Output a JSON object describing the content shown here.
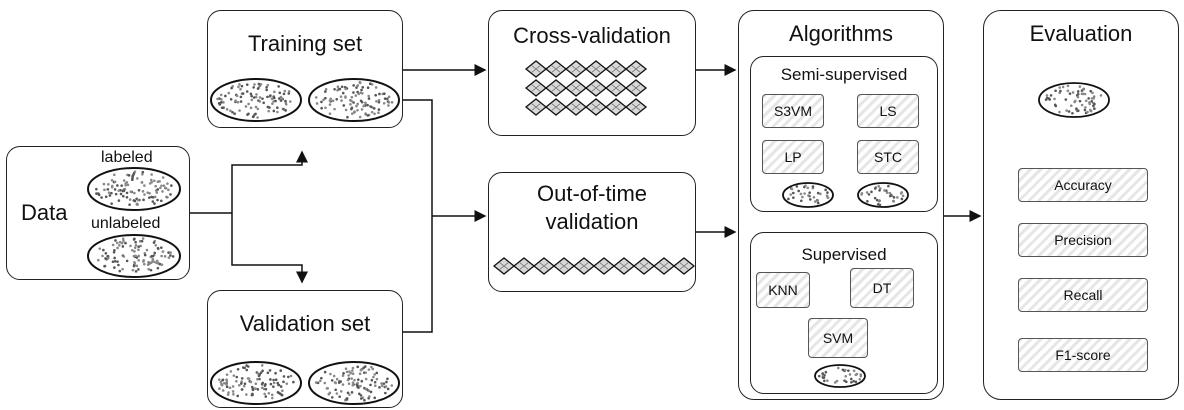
{
  "data_box": {
    "title": "Data",
    "labeled": "labeled",
    "unlabeled": "unlabeled"
  },
  "training_set": {
    "title": "Training set"
  },
  "validation_set": {
    "title": "Validation set"
  },
  "cross_validation": {
    "title": "Cross-validation"
  },
  "out_of_time": {
    "title_line1": "Out-of-time",
    "title_line2": "validation"
  },
  "algorithms": {
    "title": "Algorithms",
    "semi_supervised": {
      "title": "Semi-supervised",
      "items": [
        "S3VM",
        "LS",
        "LP",
        "STC"
      ]
    },
    "supervised": {
      "title": "Supervised",
      "items": [
        "KNN",
        "DT",
        "SVM"
      ]
    }
  },
  "evaluation": {
    "title": "Evaluation",
    "metrics": [
      "Accuracy",
      "Precision",
      "Recall",
      "F1-score"
    ]
  }
}
